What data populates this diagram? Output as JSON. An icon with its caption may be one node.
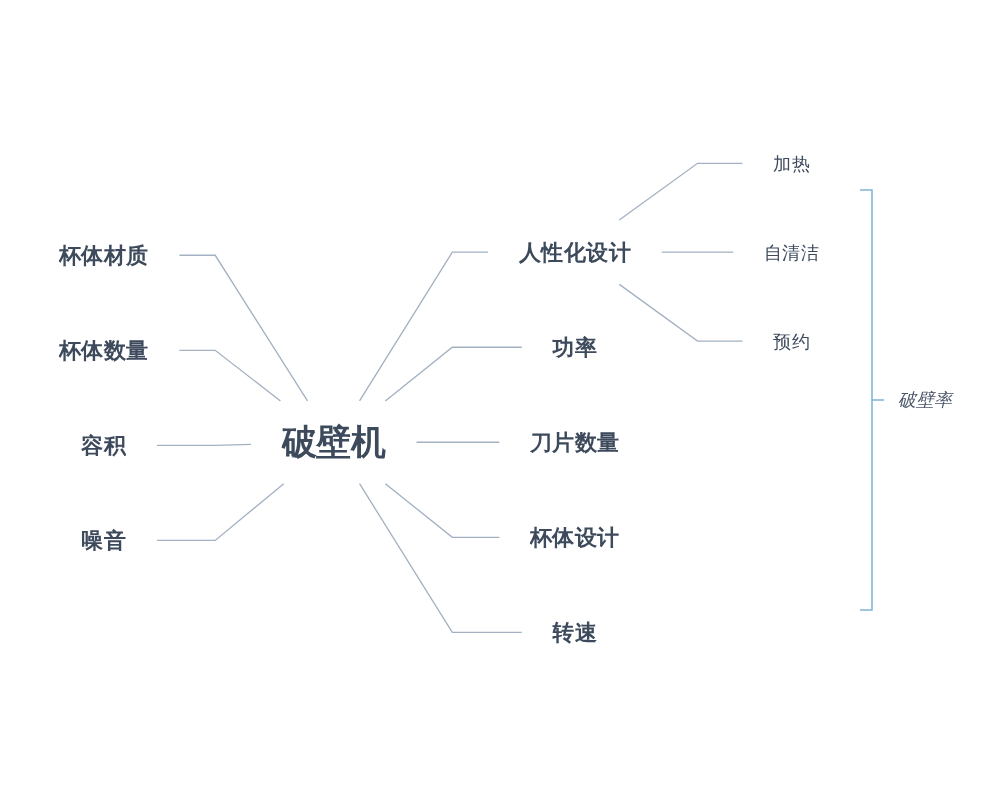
{
  "diagram": {
    "nodes": [
      {
        "text": [
          "破壁机"
        ]
      },
      {
        "text": [
          "人性化设计"
        ]
      },
      {
        "text": [
          "加热"
        ]
      },
      {
        "text": [
          "自清洁"
        ]
      },
      {
        "text": [
          "预约"
        ]
      },
      {
        "text": [
          "功率"
        ]
      },
      {
        "text": [
          "刀片数量"
        ]
      },
      {
        "text": [
          "杯体设计"
        ]
      },
      {
        "text": [
          "转速"
        ]
      },
      {
        "text": [
          "杯体材质"
        ]
      },
      {
        "text": [
          "杯体数量"
        ]
      },
      {
        "text": [
          "容积"
        ]
      },
      {
        "text": [
          "噪音"
        ]
      }
    ],
    "edges": [
      {
        "from": 0,
        "to": 1,
        "arrow": "none"
      },
      {
        "from": 1,
        "to": 2,
        "arrow": "none"
      },
      {
        "from": 1,
        "to": 3,
        "arrow": "none"
      },
      {
        "from": 1,
        "to": 4,
        "arrow": "none"
      },
      {
        "from": 0,
        "to": 5,
        "arrow": "none"
      },
      {
        "from": 0,
        "to": 6,
        "arrow": "none"
      },
      {
        "from": 0,
        "to": 7,
        "arrow": "none"
      },
      {
        "from": 0,
        "to": 8,
        "arrow": "none"
      },
      {
        "from": 9,
        "to": 0,
        "arrow": "none"
      },
      {
        "from": 10,
        "to": 0,
        "arrow": "none"
      },
      {
        "from": 11,
        "to": 0,
        "arrow": "none"
      },
      {
        "from": 12,
        "to": 0,
        "arrow": "none"
      }
    ],
    "labels": [
      "破壁率"
    ]
  }
}
